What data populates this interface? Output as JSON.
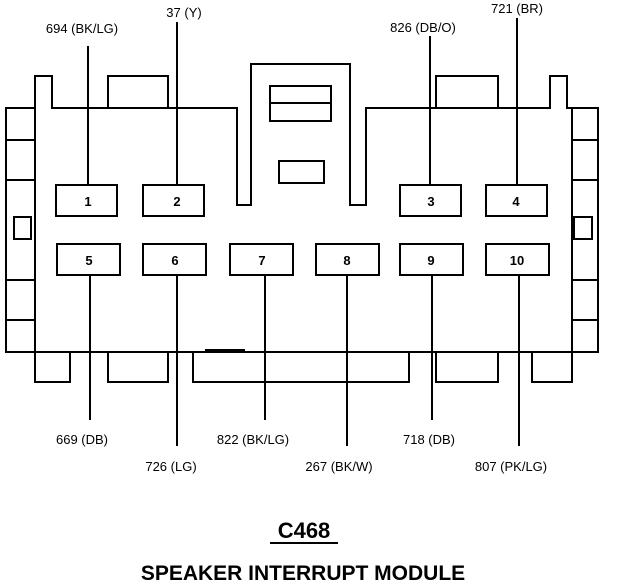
{
  "connector": {
    "id": "C468",
    "name": "SPEAKER INTERRUPT MODULE"
  },
  "pins": [
    {
      "pin": "1",
      "wire": "694 (BK/LG)"
    },
    {
      "pin": "2",
      "wire": "37 (Y)"
    },
    {
      "pin": "3",
      "wire": "826 (DB/O)"
    },
    {
      "pin": "4",
      "wire": "721 (BR)"
    },
    {
      "pin": "5",
      "wire": "669 (DB)"
    },
    {
      "pin": "6",
      "wire": "726 (LG)"
    },
    {
      "pin": "7",
      "wire": "822 (BK/LG)"
    },
    {
      "pin": "8",
      "wire": "267 (BK/W)"
    },
    {
      "pin": "9",
      "wire": "718 (DB)"
    },
    {
      "pin": "10",
      "wire": "807 (PK/LG)"
    }
  ]
}
